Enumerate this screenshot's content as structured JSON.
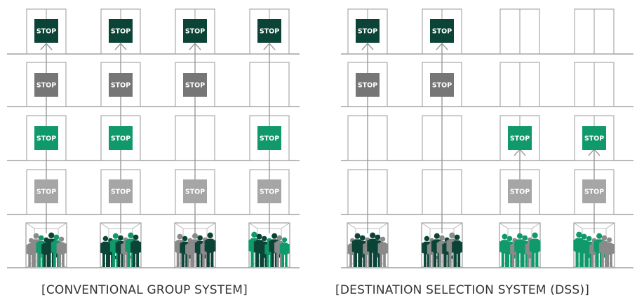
{
  "stop_label": "STOP",
  "colors": {
    "dark": "#0b4437",
    "gray": "#767676",
    "green": "#10996a",
    "light": "#a6a6a6",
    "line": "#9a9a9a",
    "people_gray": "#8a8a8a"
  },
  "diagrams": [
    {
      "id": "conventional",
      "caption": "[CONVENTIONAL GROUP SYSTEM]",
      "shafts": [
        {
          "stops": [
            "light",
            "green",
            "gray",
            "dark"
          ],
          "travel_to_floor": 4,
          "people": [
            "gray",
            "gray",
            "green",
            "dark",
            "dark",
            "green",
            "gray"
          ]
        },
        {
          "stops": [
            "light",
            "green",
            "gray",
            "dark"
          ],
          "travel_to_floor": 4,
          "people": [
            "dark",
            "dark",
            "green",
            "dark",
            "gray",
            "green",
            "dark"
          ]
        },
        {
          "stops": [
            "light",
            null,
            "gray",
            "dark"
          ],
          "travel_to_floor": 4,
          "people": [
            "gray",
            "dark",
            "gray",
            "gray",
            "dark",
            "gray",
            "dark"
          ]
        },
        {
          "stops": [
            "light",
            "green",
            null,
            "dark"
          ],
          "travel_to_floor": 4,
          "people": [
            "green",
            "dark",
            "dark",
            "green",
            "dark",
            "gray",
            "green"
          ]
        }
      ]
    },
    {
      "id": "dss",
      "caption": "[DESTINATION SELECTION SYSTEM (DSS)]",
      "shafts": [
        {
          "stops": [
            null,
            null,
            "gray",
            "dark"
          ],
          "travel_to_floor": 4,
          "people": [
            "gray",
            "dark",
            "dark",
            "gray",
            "dark",
            "dark",
            "gray"
          ]
        },
        {
          "stops": [
            null,
            null,
            "gray",
            "dark"
          ],
          "travel_to_floor": 4,
          "people": [
            "dark",
            "gray",
            "dark",
            "gray",
            "dark",
            "gray",
            "dark"
          ]
        },
        {
          "stops": [
            "light",
            "green",
            null,
            null
          ],
          "travel_to_floor": 2,
          "people": [
            "green",
            "green",
            "gray",
            "green",
            "green",
            "gray",
            "green"
          ]
        },
        {
          "stops": [
            "light",
            "green",
            null,
            null
          ],
          "travel_to_floor": 2,
          "people": [
            "green",
            "green",
            "green",
            "gray",
            "green",
            "gray",
            "gray"
          ]
        }
      ]
    }
  ]
}
